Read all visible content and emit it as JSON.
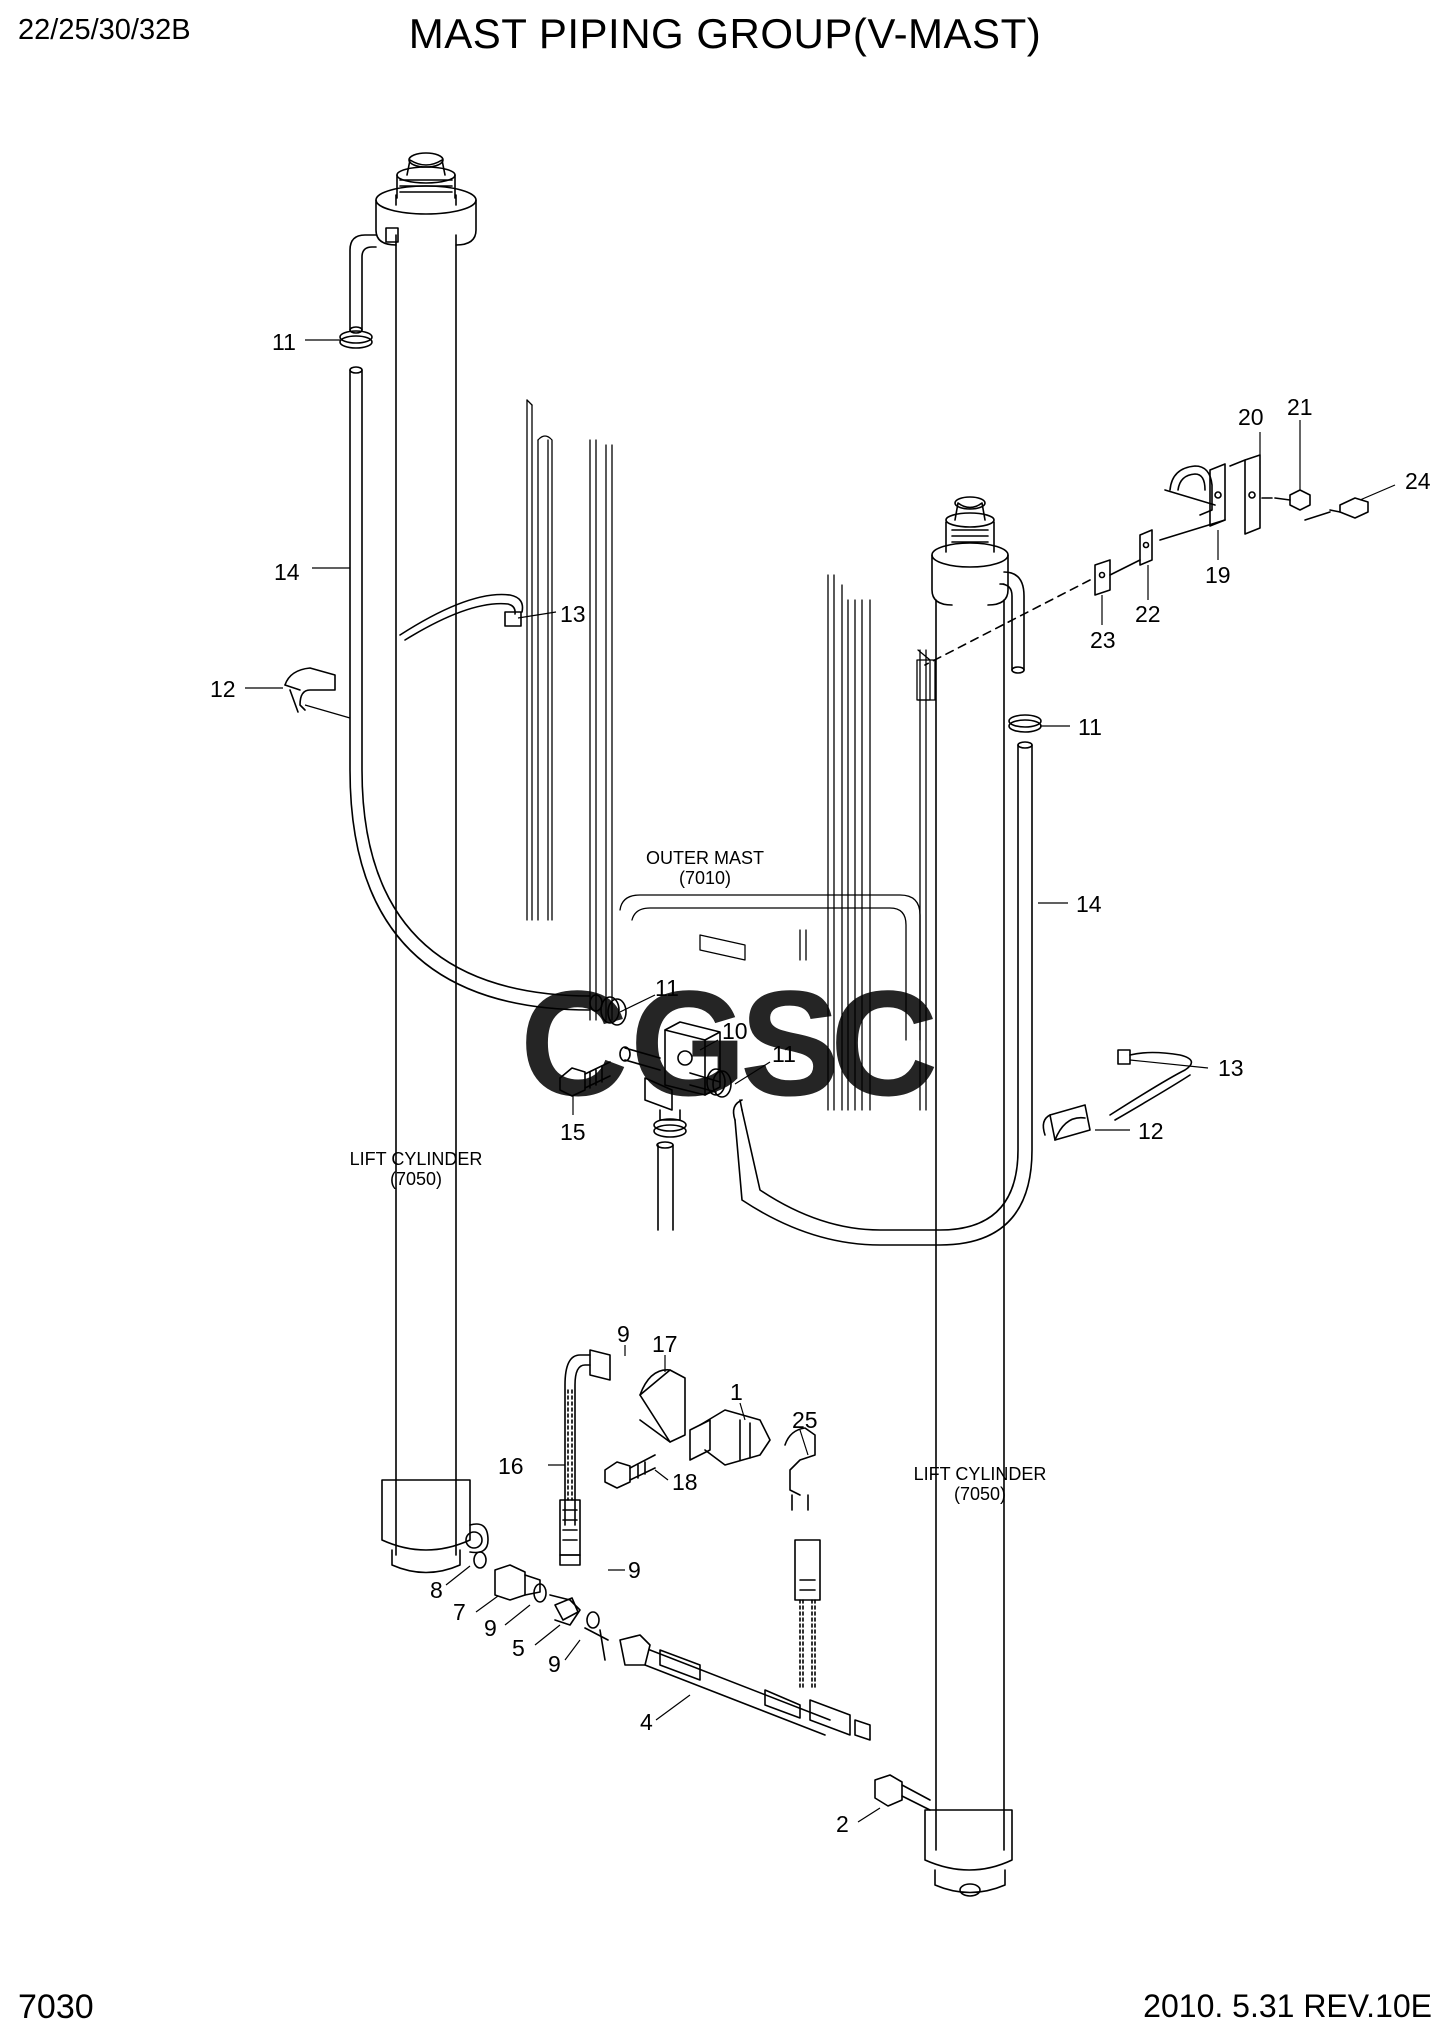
{
  "header": {
    "model": "22/25/30/32B",
    "title": "MAST PIPING GROUP(V-MAST)"
  },
  "footer": {
    "page_number": "7030",
    "revision": "2010. 5.31  REV.10E"
  },
  "references": {
    "outer_mast": [
      "OUTER MAST",
      "(7010)"
    ],
    "lift_cylinder_left": [
      "LIFT CYLINDER",
      "(7050)"
    ],
    "lift_cylinder_right": [
      "LIFT CYLINDER",
      "(7050)"
    ]
  },
  "watermark": {
    "letters": [
      "C",
      "G",
      "S",
      "C"
    ],
    "colors": [
      "#4285F4",
      "#EA4335",
      "#FBBC05",
      "#34A853"
    ]
  },
  "callouts": [
    "11",
    "14",
    "13",
    "12",
    "20",
    "21",
    "24",
    "19",
    "22",
    "23",
    "11",
    "14",
    "13",
    "12",
    "11",
    "10",
    "11",
    "15",
    "9",
    "17",
    "1",
    "25",
    "16",
    "18",
    "9",
    "8",
    "7",
    "9",
    "5",
    "9",
    "4",
    "2"
  ]
}
